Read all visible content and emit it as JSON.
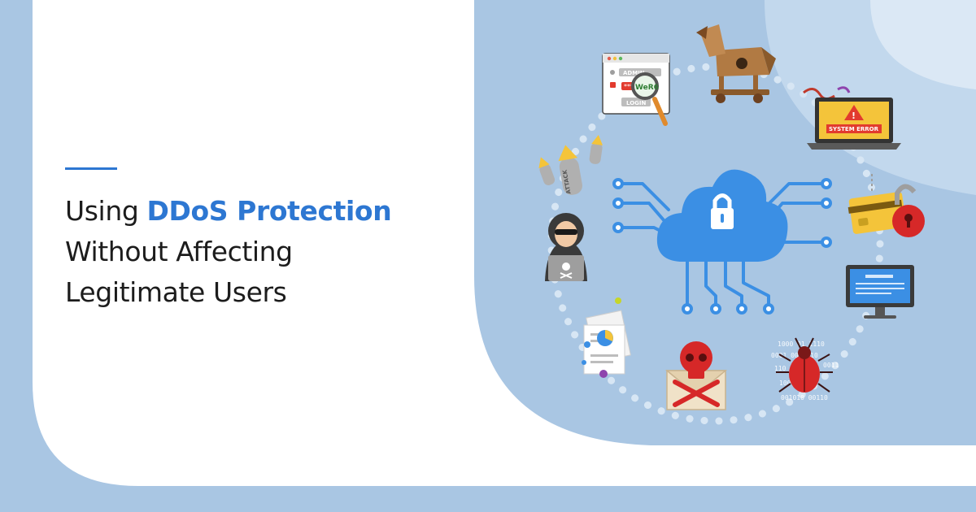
{
  "headline": {
    "before": "Using ",
    "highlight": "DDoS Protection",
    "line2": "Without Affecting",
    "line3": "Legitimate Users"
  },
  "login_panel": {
    "admin_label": "ADMIN",
    "password_mask": "*****",
    "login_button": "LOGIN",
    "zoom_text": "WeR6"
  },
  "bomb_label": "ATTACK",
  "system_error": {
    "label": "SYSTEM ERROR"
  },
  "binary_lines": [
    "1000 01 1110",
    "0001 00 0010",
    "110  01",
    "0011",
    "100   11",
    "001010 00110"
  ],
  "colors": {
    "accent": "#2d77d2",
    "background": "#a9c6e3",
    "cloud": "#3b8fe4",
    "alert": "#e23b2e",
    "warning": "#f4c43a"
  },
  "icons": [
    "cloud-lock-icon",
    "trojan-horse-icon",
    "laptop-system-error-icon",
    "credit-card-padlock-icon",
    "monitor-icon",
    "bug-icon",
    "skull-envelope-icon",
    "infected-documents-icon",
    "hacker-icon",
    "bomb-icon",
    "login-magnifier-icon"
  ]
}
